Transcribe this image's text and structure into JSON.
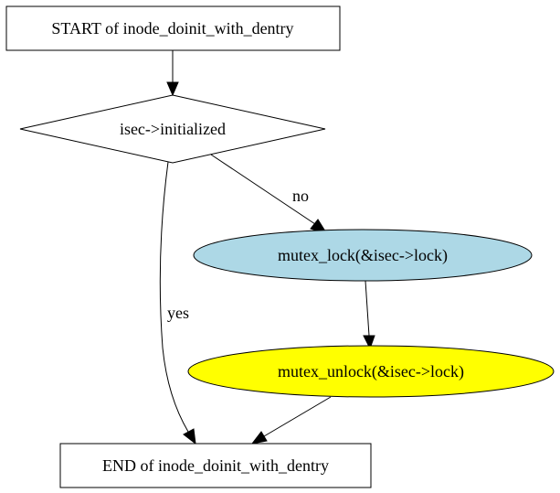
{
  "nodes": {
    "start": {
      "label": "START of inode_doinit_with_dentry",
      "shape": "box",
      "fill": "#ffffff"
    },
    "cond": {
      "label": "isec->initialized",
      "shape": "diamond",
      "fill": "#ffffff"
    },
    "lock": {
      "label": "mutex_lock(&isec->lock)",
      "shape": "ellipse",
      "fill": "#add8e6"
    },
    "unlock": {
      "label": "mutex_unlock(&isec->lock)",
      "shape": "ellipse",
      "fill": "#ffff00"
    },
    "end": {
      "label": "END of inode_doinit_with_dentry",
      "shape": "box",
      "fill": "#ffffff"
    }
  },
  "edges": [
    {
      "from": "start",
      "to": "cond",
      "label": ""
    },
    {
      "from": "cond",
      "to": "lock",
      "label": "no"
    },
    {
      "from": "cond",
      "to": "end",
      "label": "yes"
    },
    {
      "from": "lock",
      "to": "unlock",
      "label": ""
    },
    {
      "from": "unlock",
      "to": "end",
      "label": ""
    }
  ]
}
